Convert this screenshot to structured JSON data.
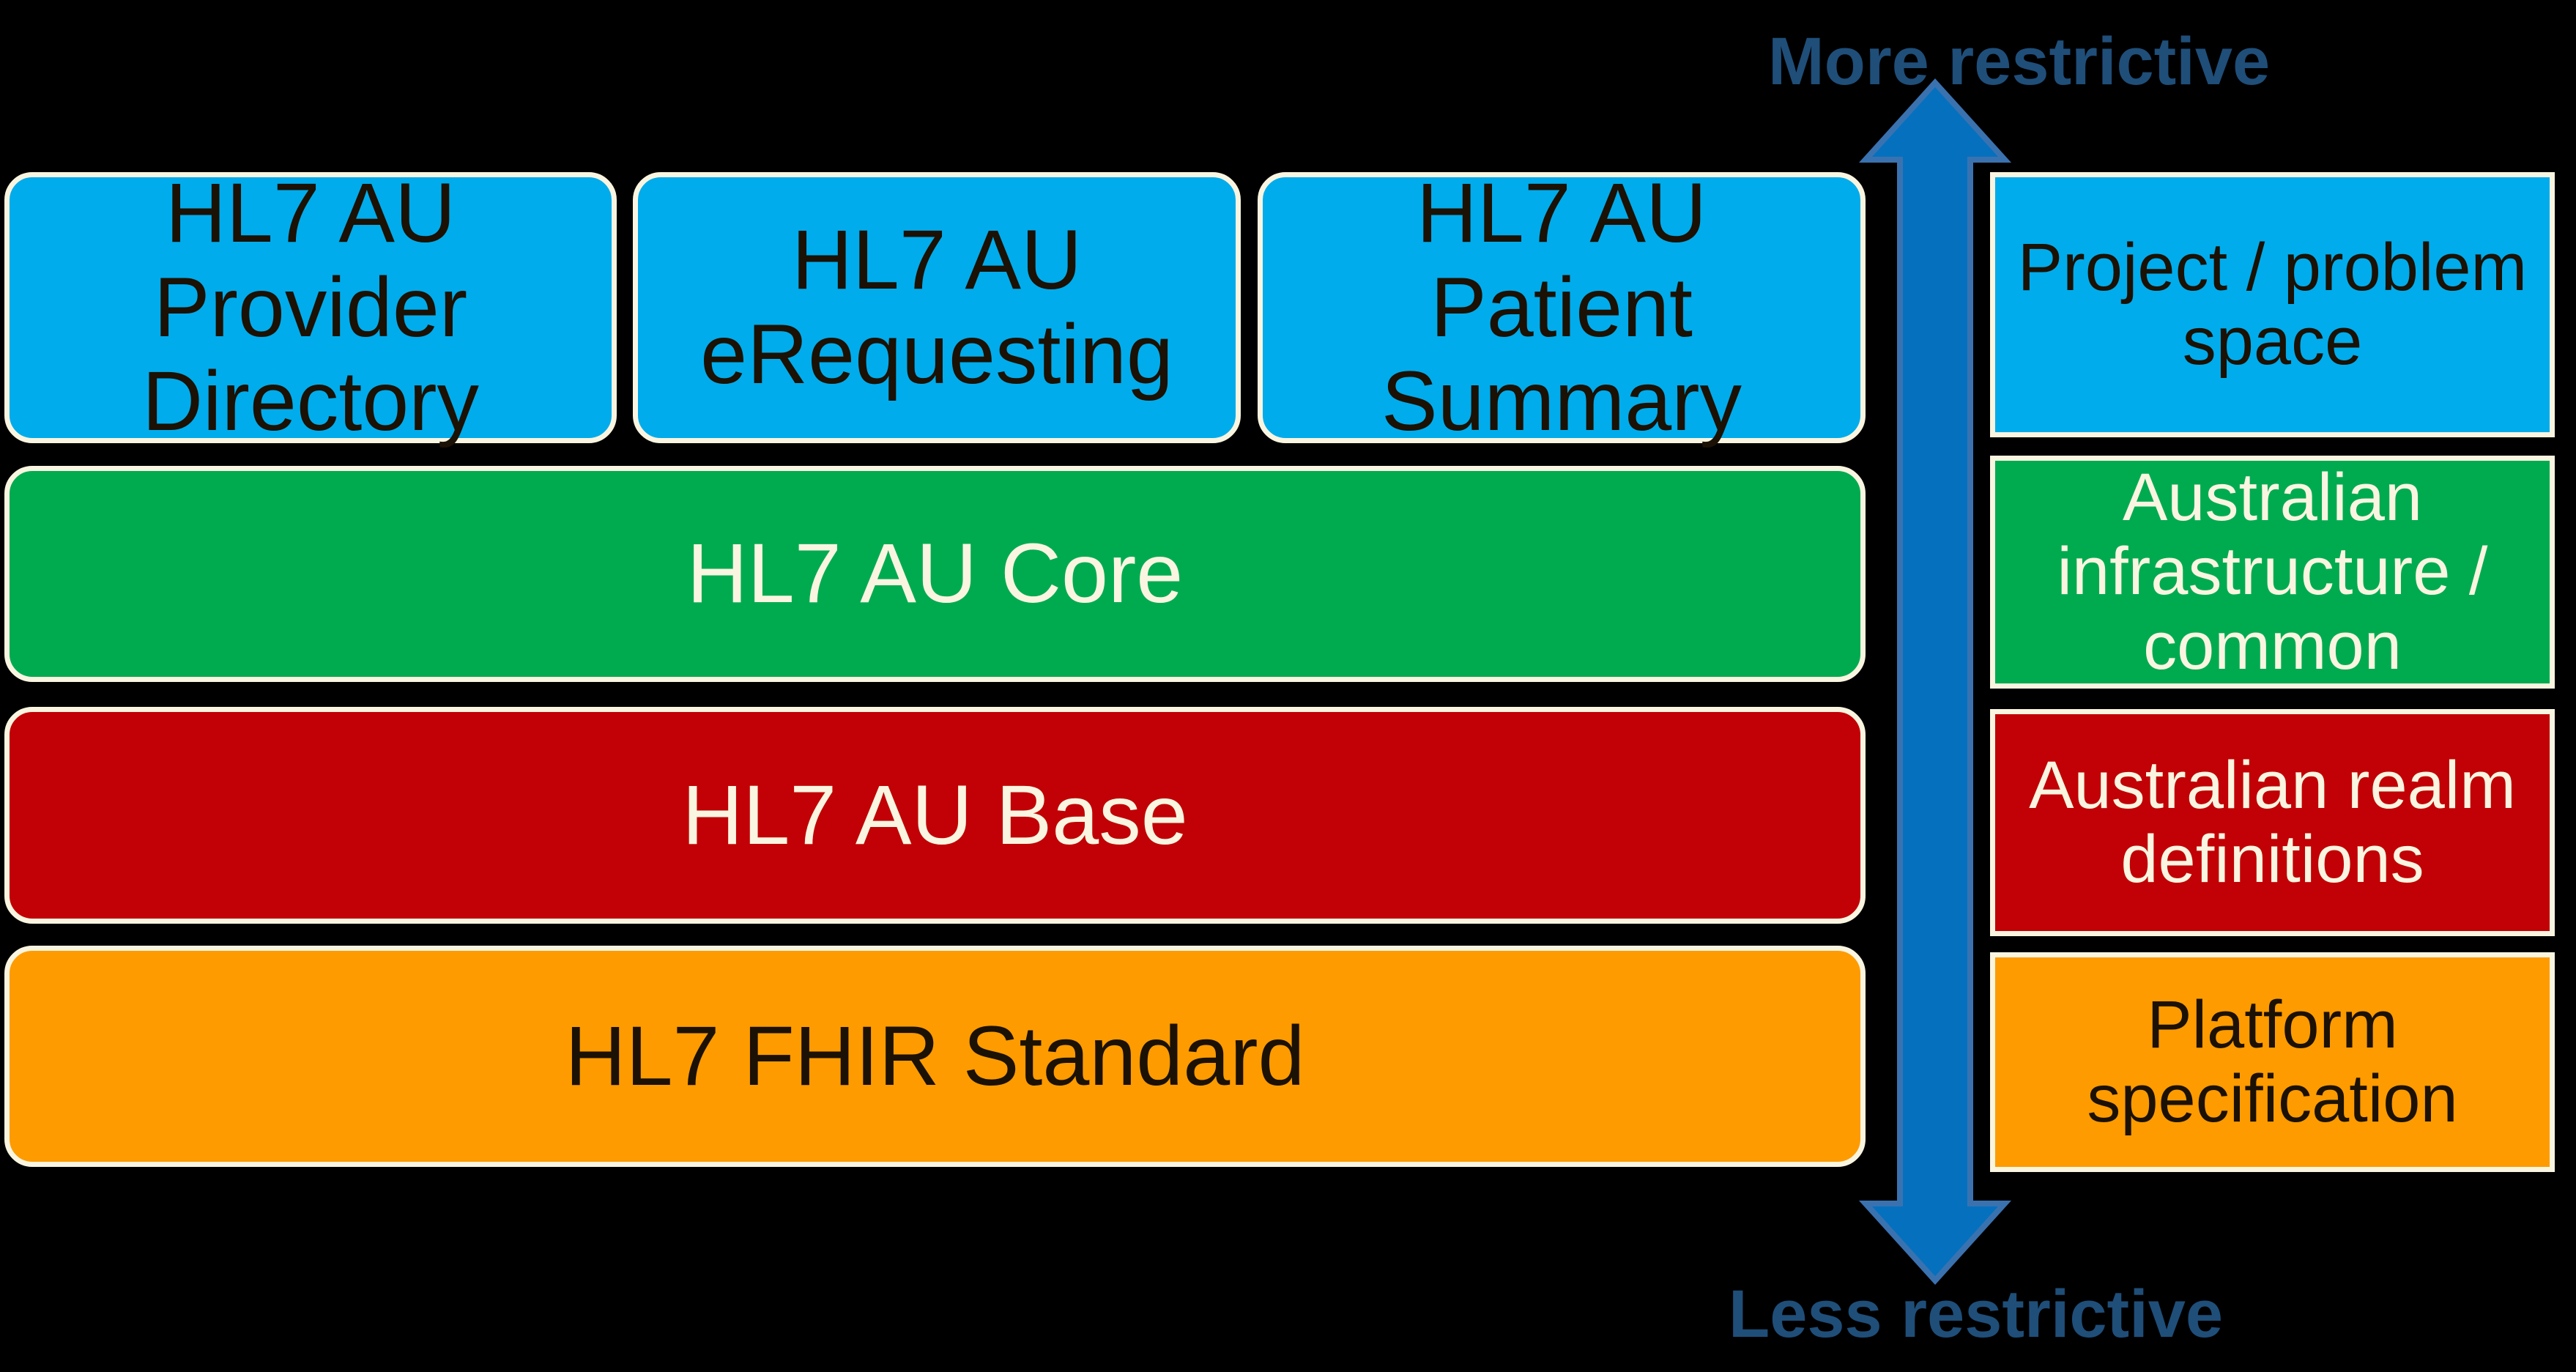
{
  "colors": {
    "blue": "#00ACEC",
    "green": "#00AB50",
    "red": "#C10105",
    "orange": "#FE9B00",
    "cream": "#F9F5E0",
    "cream-text": "#F9F5E0",
    "dark-text": "#1B1104",
    "navy": "#1F4E79",
    "arrow-fill": "#0571BE",
    "arrow-stroke": "#3A72B0"
  },
  "axis": {
    "top_label": "More restrictive",
    "bottom_label": "Less restrictive"
  },
  "main_stack": {
    "top_row": [
      {
        "label": "HL7 AU Provider Directory",
        "lines": [
          "HL7 AU Provider",
          "Directory"
        ]
      },
      {
        "label": "HL7 AU eRequesting",
        "lines": [
          "HL7 AU",
          "eRequesting"
        ]
      },
      {
        "label": "HL7 AU Patient Summary",
        "lines": [
          "HL7 AU Patient",
          "Summary"
        ]
      }
    ],
    "core": {
      "label": "HL7 AU Core"
    },
    "base": {
      "label": "HL7 AU Base"
    },
    "fhir": {
      "label": "HL7 FHIR Standard"
    }
  },
  "legend": {
    "project": {
      "label": "Project / problem space",
      "lines": [
        "Project / problem",
        "space"
      ]
    },
    "infrastructure": {
      "label": "Australian infrastructure / common",
      "lines": [
        "Australian",
        "infrastructure /",
        "common"
      ]
    },
    "realm": {
      "label": "Australian realm definitions",
      "lines": [
        "Australian realm",
        "definitions"
      ]
    },
    "platform": {
      "label": "Platform specification"
    }
  }
}
